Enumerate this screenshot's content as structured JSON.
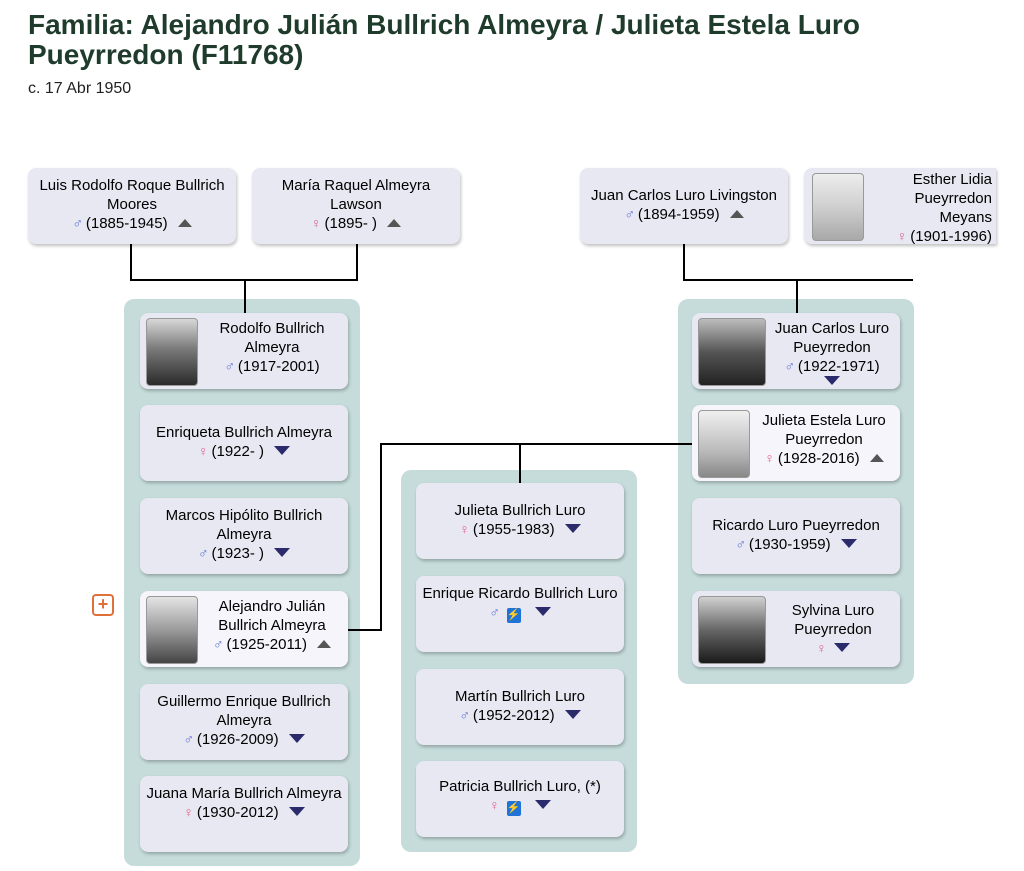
{
  "header": {
    "title": "Familia: Alejandro Julián Bullrich Almeyra / Julieta Estela Luro Pueyrredon (F11768)",
    "date": "c. 17 Abr 1950"
  },
  "symbols": {
    "male": "♂",
    "female": "♀",
    "expand": "+",
    "bolt": "⚡"
  },
  "colors": {
    "panel": "#c5dcdb",
    "card": "#e8e8f2",
    "male": "#5a6fd6",
    "female": "#e0608a",
    "title": "#1e3b2b"
  },
  "grandparents": {
    "g1": {
      "name": "Luis Rodolfo Roque Bullrich Moores",
      "years": "(1885-1945)",
      "sex": "male"
    },
    "g2": {
      "name": "María Raquel Almeyra Lawson",
      "years": "(1895- )",
      "sex": "female"
    },
    "g3": {
      "name": "Juan Carlos Luro Livingston",
      "years": "(1894-1959)",
      "sex": "male"
    },
    "g4": {
      "name": "Esther Lidia Pueyrredon Meyans",
      "years": "(1901-1996)",
      "sex": "female"
    }
  },
  "father_siblings": [
    {
      "name": "Rodolfo Bullrich Almeyra",
      "years": "(1917-2001)",
      "sex": "male"
    },
    {
      "name": "Enriqueta Bullrich Almeyra",
      "years": "(1922- )",
      "sex": "female"
    },
    {
      "name": "Marcos Hipólito Bullrich Almeyra",
      "years": "(1923- )",
      "sex": "male"
    },
    {
      "name": "Alejandro Julián Bullrich Almeyra",
      "years": "(1925-2011)",
      "sex": "male"
    },
    {
      "name": "Guillermo Enrique Bullrich Almeyra",
      "years": "(1926-2009)",
      "sex": "male"
    },
    {
      "name": "Juana María Bullrich Almeyra",
      "years": "(1930-2012)",
      "sex": "female"
    }
  ],
  "mother_siblings": [
    {
      "name": "Juan Carlos Luro Pueyrredon",
      "years": "(1922-1971)",
      "sex": "male"
    },
    {
      "name": "Julieta Estela Luro Pueyrredon",
      "years": "(1928-2016)",
      "sex": "female"
    },
    {
      "name": "Ricardo Luro Pueyrredon",
      "years": "(1930-1959)",
      "sex": "male"
    },
    {
      "name": "Sylvina Luro Pueyrredon",
      "years": "",
      "sex": "female"
    }
  ],
  "children": [
    {
      "name": "Julieta Bullrich Luro",
      "years": "(1955-1983)",
      "sex": "female"
    },
    {
      "name": "Enrique Ricardo Bullrich Luro",
      "years": "",
      "sex": "male"
    },
    {
      "name": "Martín Bullrich Luro",
      "years": "(1952-2012)",
      "sex": "male"
    },
    {
      "name": "Patricia Bullrich Luro, (*)",
      "years": "",
      "sex": "female"
    }
  ]
}
